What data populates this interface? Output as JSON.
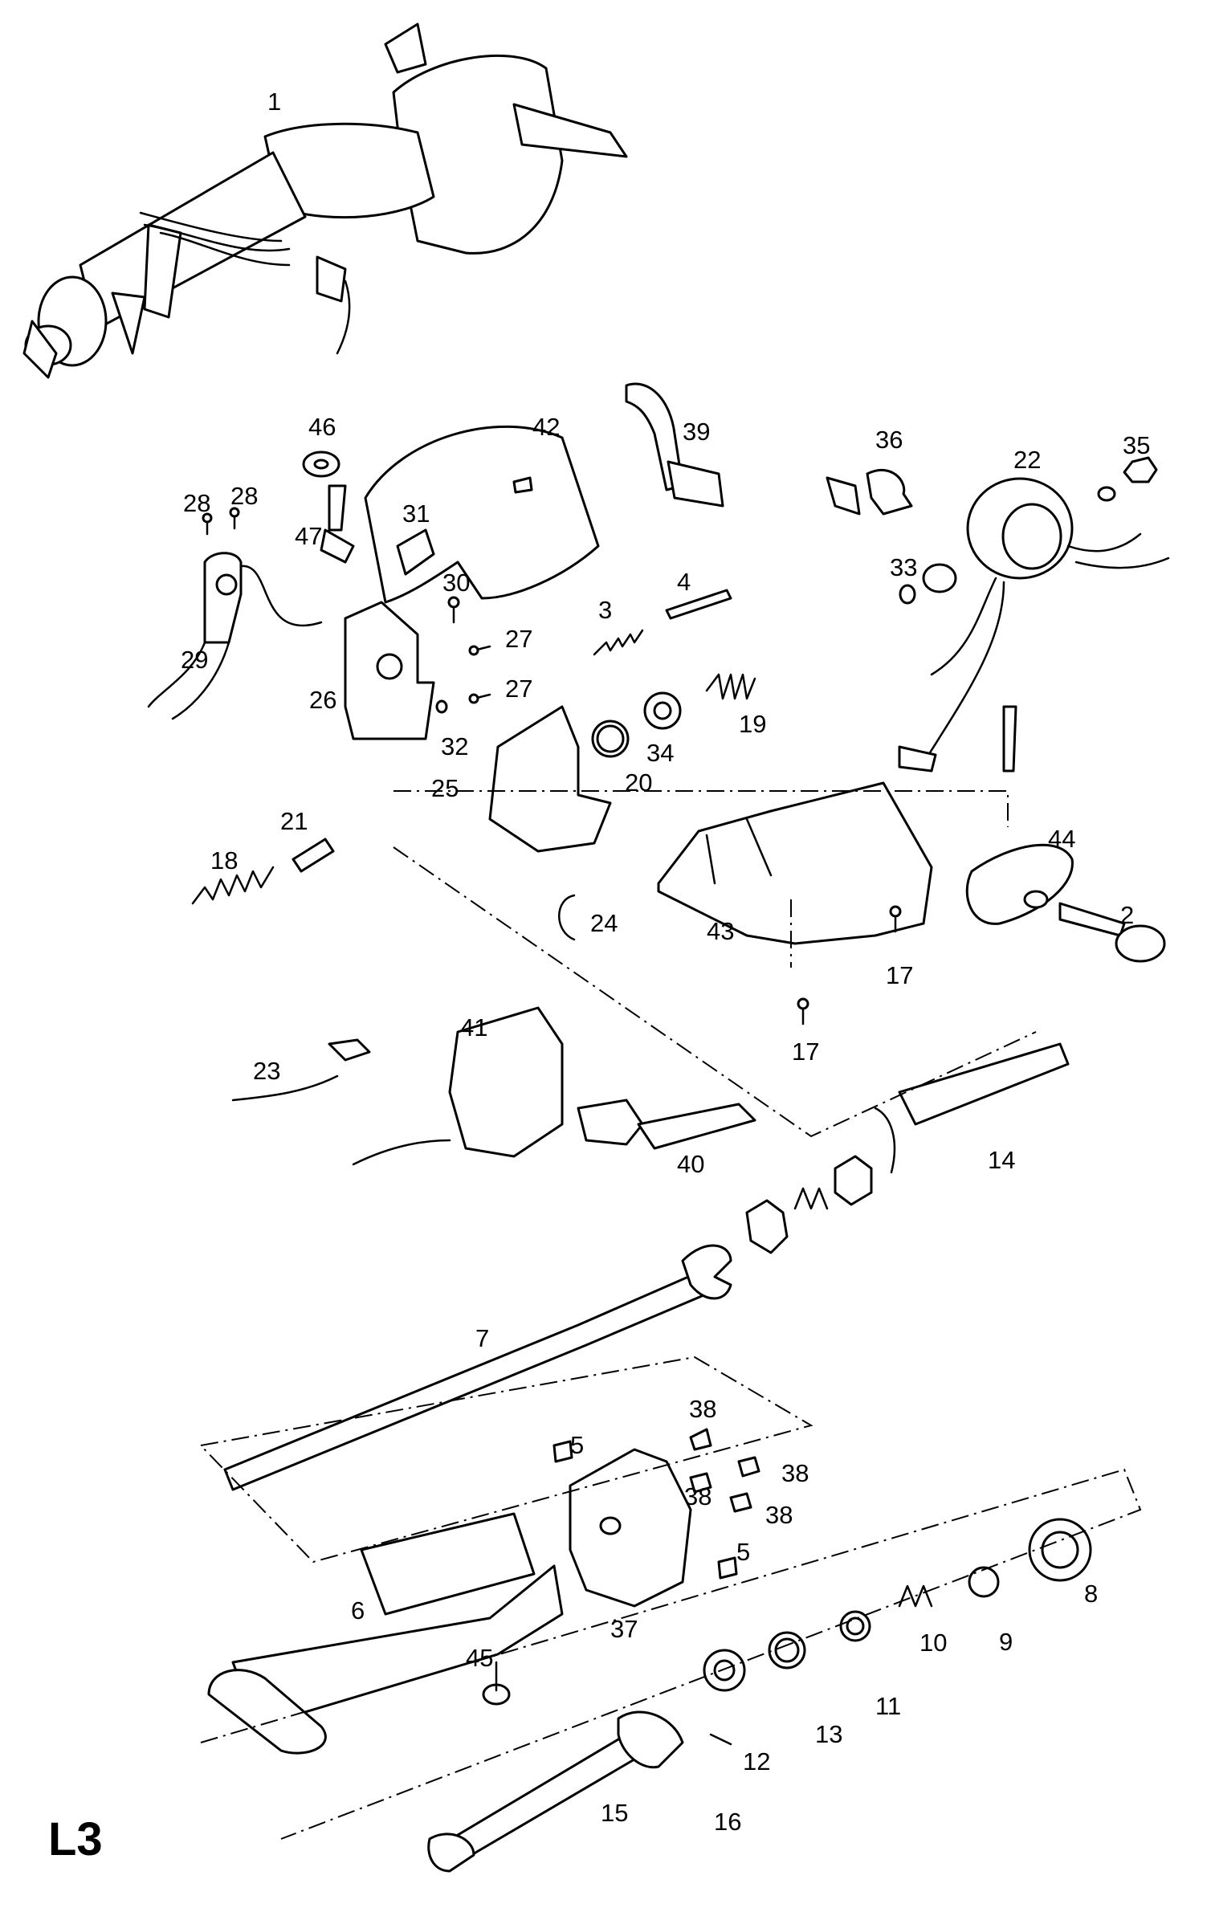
{
  "page_code": "L3",
  "callouts": [
    {
      "label": "1"
    },
    {
      "label": "46"
    },
    {
      "label": "42"
    },
    {
      "label": "39"
    },
    {
      "label": "36"
    },
    {
      "label": "22"
    },
    {
      "label": "35"
    },
    {
      "label": "28"
    },
    {
      "label": "28"
    },
    {
      "label": "47"
    },
    {
      "label": "31"
    },
    {
      "label": "33"
    },
    {
      "label": "30"
    },
    {
      "label": "4"
    },
    {
      "label": "29"
    },
    {
      "label": "27"
    },
    {
      "label": "3"
    },
    {
      "label": "26"
    },
    {
      "label": "27"
    },
    {
      "label": "32"
    },
    {
      "label": "19"
    },
    {
      "label": "34"
    },
    {
      "label": "25"
    },
    {
      "label": "20"
    },
    {
      "label": "21"
    },
    {
      "label": "44"
    },
    {
      "label": "18"
    },
    {
      "label": "2"
    },
    {
      "label": "24"
    },
    {
      "label": "43"
    },
    {
      "label": "17"
    },
    {
      "label": "17"
    },
    {
      "label": "41"
    },
    {
      "label": "23"
    },
    {
      "label": "40"
    },
    {
      "label": "14"
    },
    {
      "label": "7"
    },
    {
      "label": "38"
    },
    {
      "label": "5"
    },
    {
      "label": "38"
    },
    {
      "label": "38"
    },
    {
      "label": "38"
    },
    {
      "label": "5"
    },
    {
      "label": "6"
    },
    {
      "label": "37"
    },
    {
      "label": "8"
    },
    {
      "label": "9"
    },
    {
      "label": "10"
    },
    {
      "label": "11"
    },
    {
      "label": "45"
    },
    {
      "label": "13"
    },
    {
      "label": "12"
    },
    {
      "label": "16"
    },
    {
      "label": "15"
    }
  ]
}
